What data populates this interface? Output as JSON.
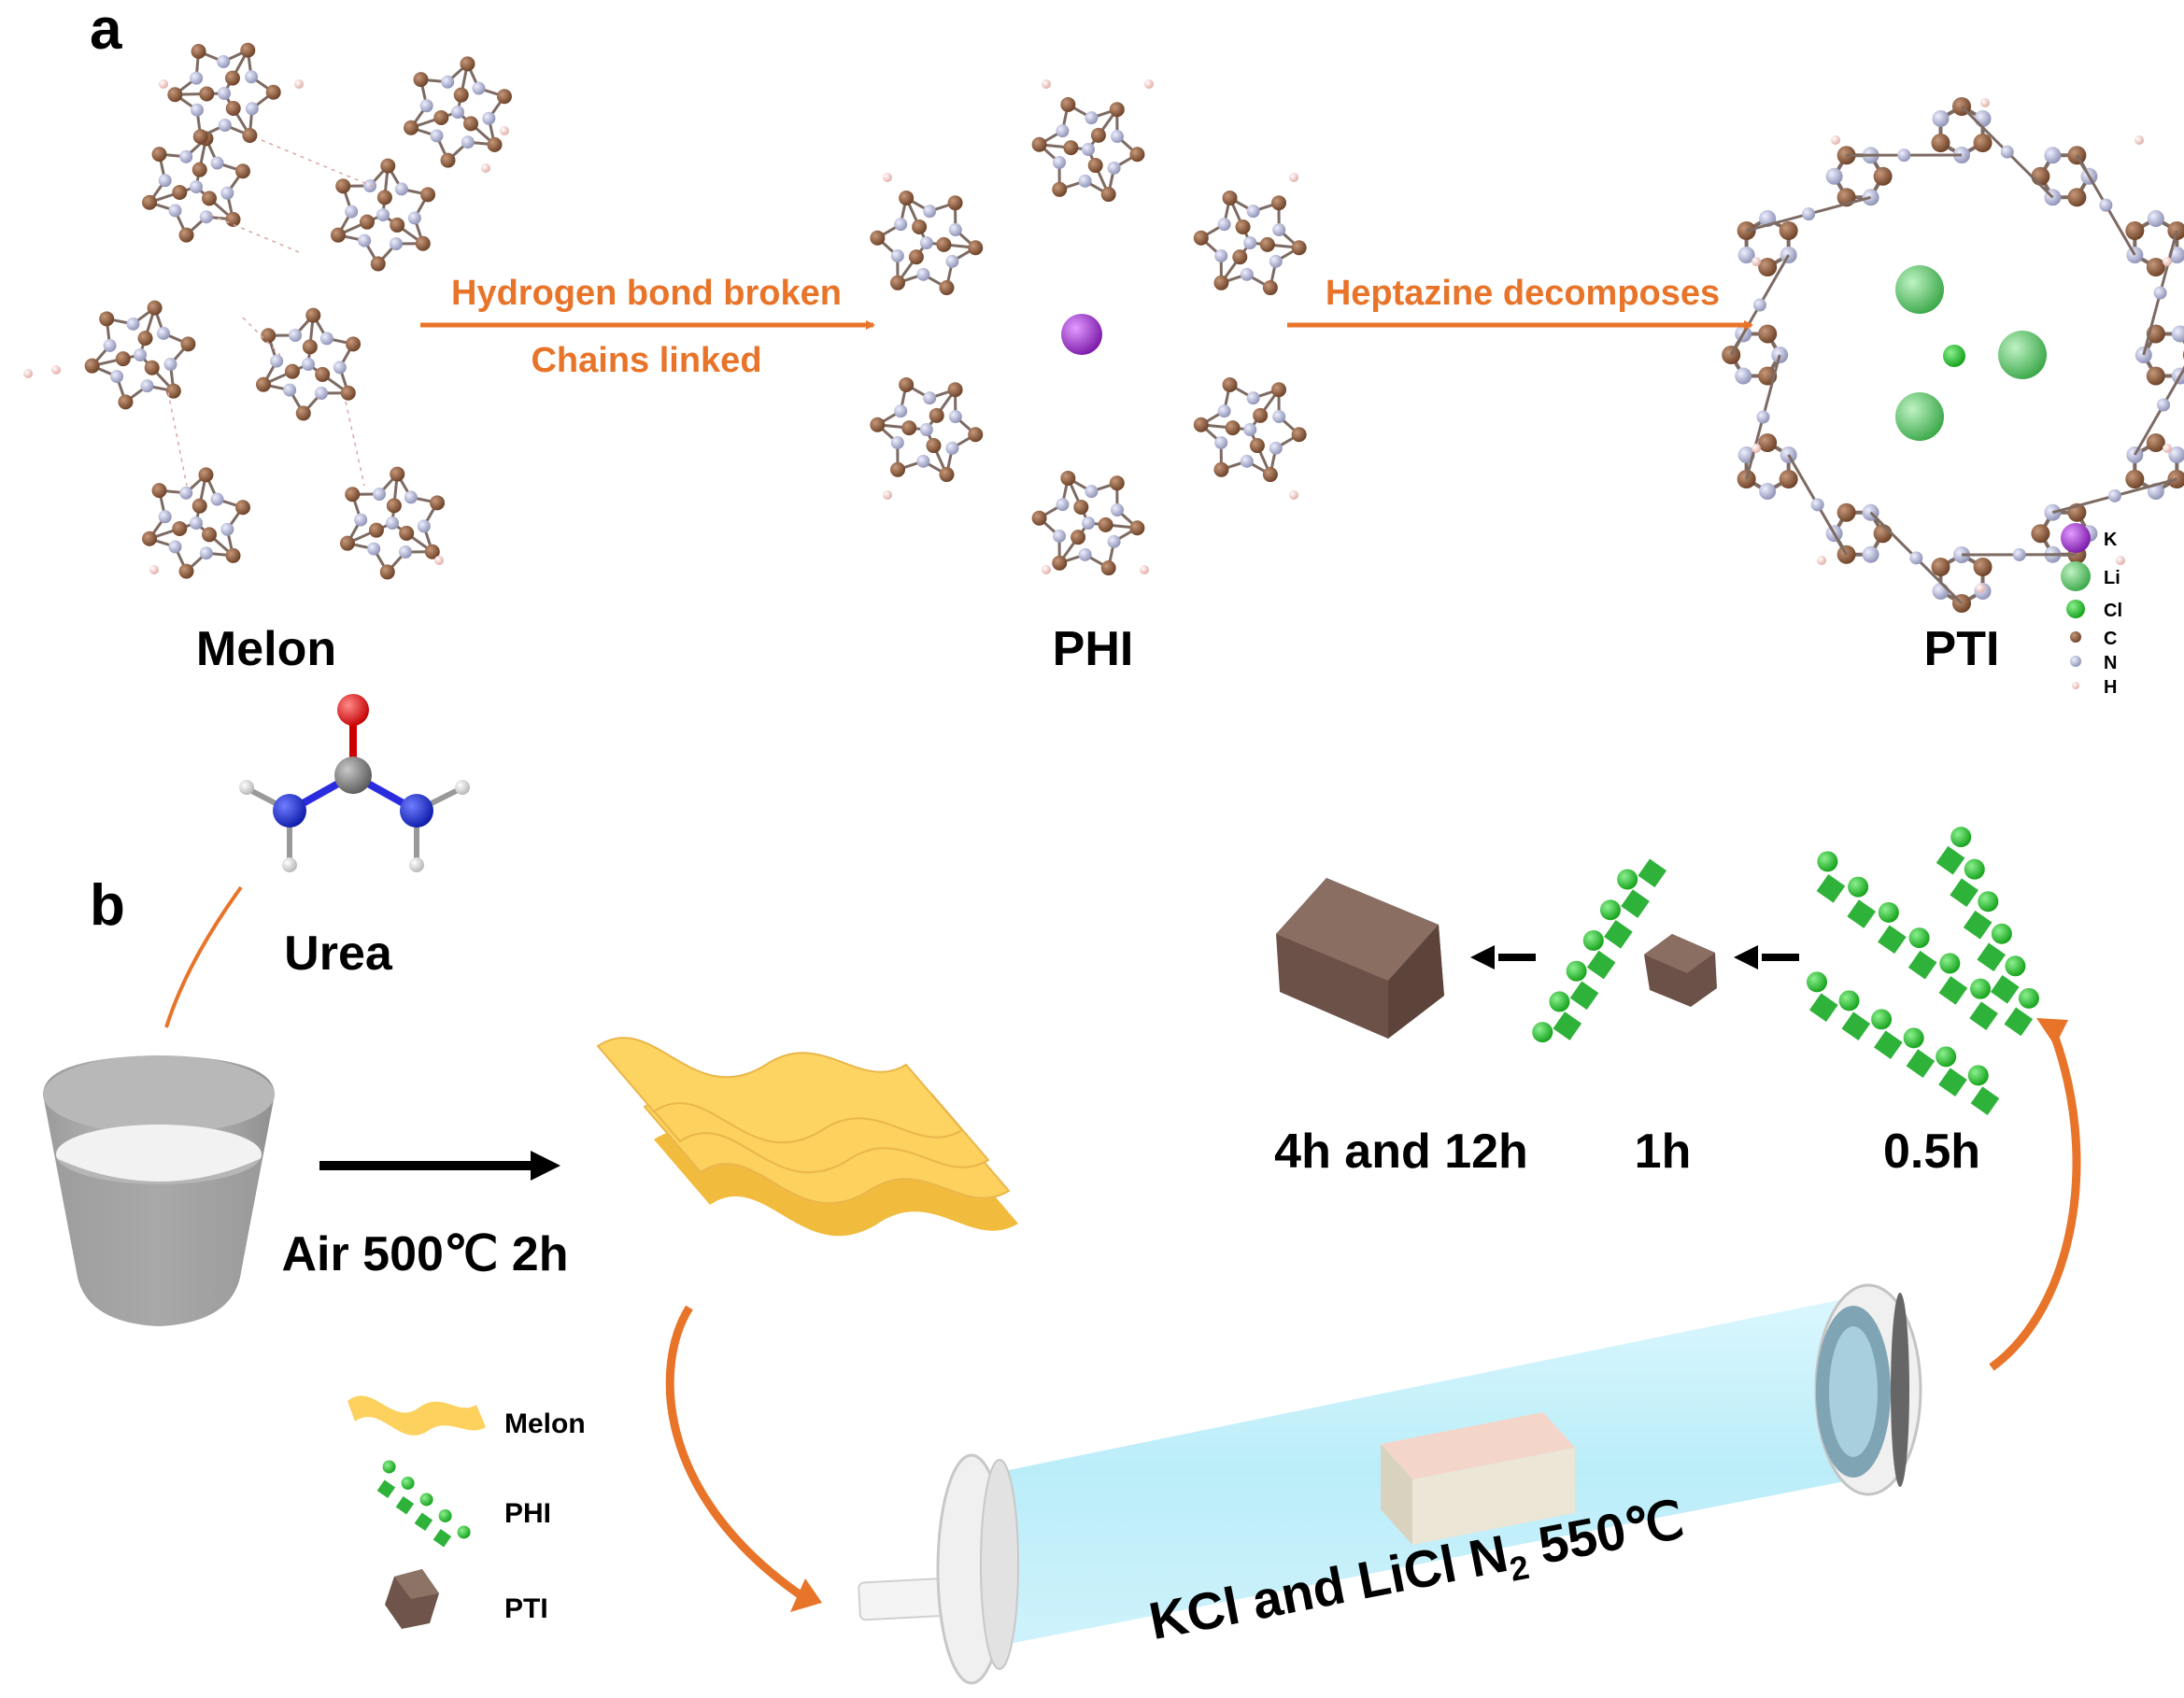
{
  "panel_a": {
    "letter": "a",
    "arrow1_line1": "Hydrogen bond broken",
    "arrow1_line2": "Chains linked",
    "arrow2": "Heptazine decomposes",
    "structures": [
      "Melon",
      "PHI",
      "PTI"
    ],
    "legend": [
      {
        "symbol": "K",
        "color": "#9b33c9"
      },
      {
        "symbol": "Li",
        "color": "#5fc66b"
      },
      {
        "symbol": "Cl",
        "color": "#22c22a"
      },
      {
        "symbol": "C",
        "color": "#8a5a3c"
      },
      {
        "symbol": "N",
        "color": "#aeb2cf"
      },
      {
        "symbol": "H",
        "color": "#f2c9c5"
      }
    ]
  },
  "panel_b": {
    "letter": "b",
    "urea_label": "Urea",
    "step1_condition": "Air 500℃ 2h",
    "furnace_condition_pre": "KCl and LiCl N",
    "furnace_condition_sub": "2",
    "furnace_condition_post": " 550℃",
    "times": [
      "4h and 12h",
      "1h",
      "0.5h"
    ],
    "legend": [
      "Melon",
      "PHI",
      "PTI"
    ]
  },
  "colors": {
    "arrow_orange": "#e8742a",
    "melon_yellow": "#fcd15e",
    "phi_green": "#2fb23a",
    "pti_brown": "#7a5e52",
    "tube_blue": "#bdeefa"
  }
}
